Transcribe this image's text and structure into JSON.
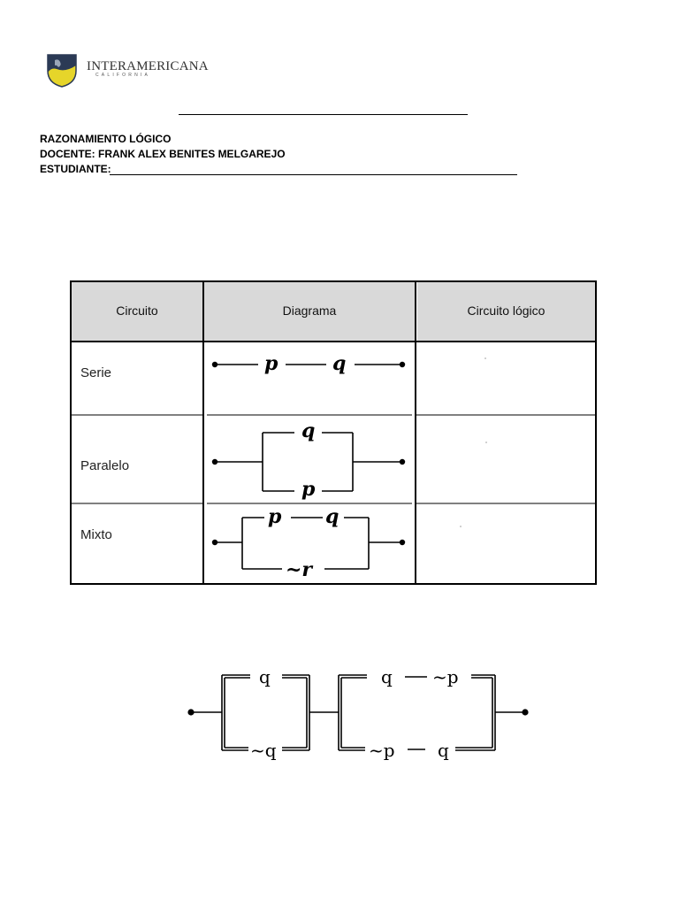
{
  "header": {
    "logo_text": "INTERAMERICANA",
    "logo_subtext": "CALIFORNIA",
    "course": "RAZONAMIENTO LÓGICO",
    "teacher": "DOCENTE: FRANK ALEX BENITES MELGAREJO",
    "student_label": "ESTUDIANTE:"
  },
  "table": {
    "columns": [
      "Circuito",
      "Diagrama",
      "Circuito lógico"
    ],
    "rows": [
      {
        "circuit": "Serie",
        "labels": [
          "p",
          "q"
        ]
      },
      {
        "circuit": "Paralelo",
        "labels": [
          "q",
          "p"
        ]
      },
      {
        "circuit": "Mixto",
        "labels": [
          "p",
          "q",
          "~r"
        ]
      }
    ]
  },
  "bottom_circuit": {
    "block1": {
      "top": "q",
      "bottom": "~q"
    },
    "block2": {
      "top": [
        "q",
        "~p"
      ],
      "bottom": [
        "~p",
        "q"
      ]
    }
  }
}
